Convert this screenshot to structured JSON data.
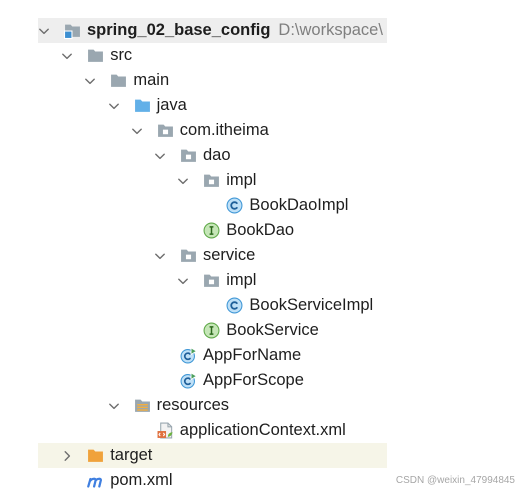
{
  "tree": {
    "label": "spring_02_base_config",
    "location": "D:\\workspace\\",
    "icon": "module-folder-icon",
    "expanded": true,
    "selected": true,
    "children": [
      {
        "label": "src",
        "icon": "folder-icon",
        "expanded": true,
        "children": [
          {
            "label": "main",
            "icon": "folder-icon",
            "expanded": true,
            "children": [
              {
                "label": "java",
                "icon": "source-root-folder-icon",
                "expanded": true,
                "children": [
                  {
                    "label": "com.itheima",
                    "icon": "package-icon",
                    "expanded": true,
                    "children": [
                      {
                        "label": "dao",
                        "icon": "package-icon",
                        "expanded": true,
                        "children": [
                          {
                            "label": "impl",
                            "icon": "package-icon",
                            "expanded": true,
                            "children": [
                              {
                                "label": "BookDaoImpl",
                                "icon": "class-icon"
                              }
                            ]
                          },
                          {
                            "label": "BookDao",
                            "icon": "interface-icon"
                          }
                        ]
                      },
                      {
                        "label": "service",
                        "icon": "package-icon",
                        "expanded": true,
                        "children": [
                          {
                            "label": "impl",
                            "icon": "package-icon",
                            "expanded": true,
                            "children": [
                              {
                                "label": "BookServiceImpl",
                                "icon": "class-icon"
                              }
                            ]
                          },
                          {
                            "label": "BookService",
                            "icon": "interface-icon"
                          }
                        ]
                      },
                      {
                        "label": "AppForName",
                        "icon": "runnable-class-icon"
                      },
                      {
                        "label": "AppForScope",
                        "icon": "runnable-class-icon"
                      }
                    ]
                  }
                ]
              },
              {
                "label": "resources",
                "icon": "resources-root-folder-icon",
                "expanded": true,
                "children": [
                  {
                    "label": "applicationContext.xml",
                    "icon": "spring-xml-file-icon"
                  }
                ]
              }
            ]
          }
        ]
      },
      {
        "label": "target",
        "icon": "excluded-folder-icon",
        "expanded": false
      },
      {
        "label": "pom.xml",
        "icon": "maven-icon"
      }
    ]
  },
  "watermark": "CSDN @weixin_47994845",
  "colors": {
    "selected_row_bg": "#EEEEEE",
    "excluded_row_bg": "#F6F5E8",
    "text": "#1E1E1E",
    "location_text": "#7F7F7F",
    "watermark_text": "#A6A6A6"
  }
}
